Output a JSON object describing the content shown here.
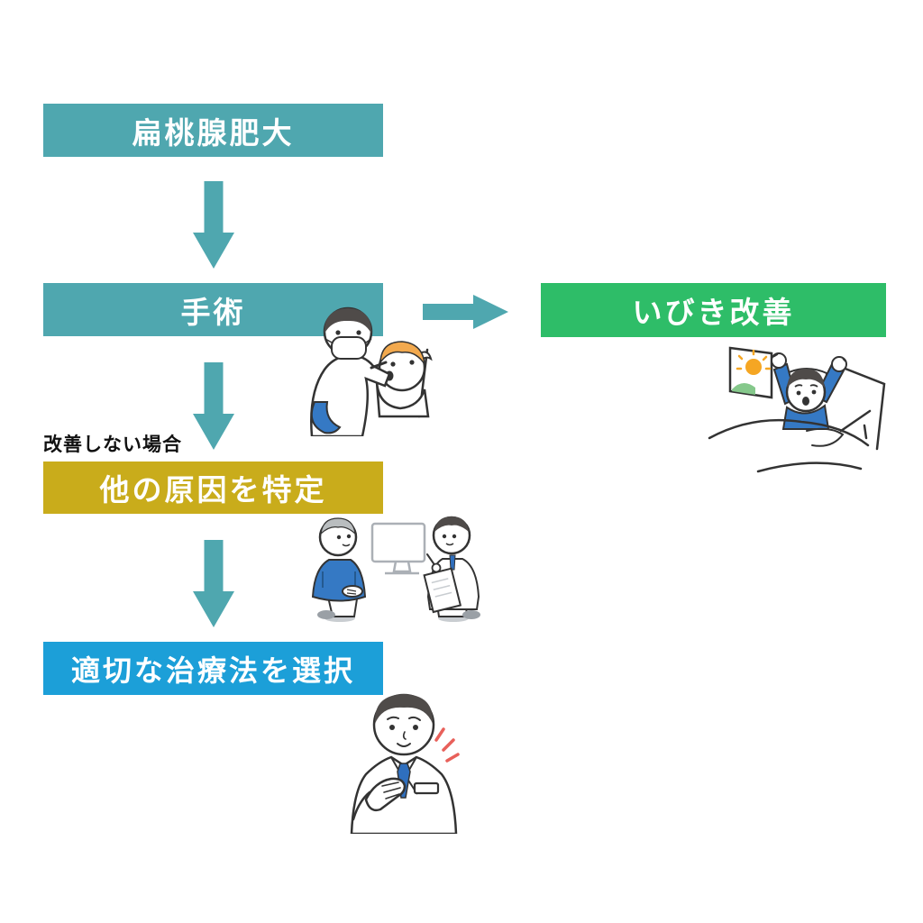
{
  "palette": {
    "teal": "#4FA7AF",
    "green": "#2EBD68",
    "yellow": "#C9AC1B",
    "blue": "#1C9FD8",
    "arrow": "#4FA7AF",
    "box_text": "#FFFFFF",
    "label_text": "#111111",
    "accent_red": "#E8605A",
    "clothing_blue": "#3579C4",
    "child_hair_orange": "#F2A94E"
  },
  "flowchart": {
    "nodes": [
      {
        "label": "扁桃腺肥大",
        "color": "#4FA7AF"
      },
      {
        "label": "手術",
        "color": "#4FA7AF"
      },
      {
        "label": "いびき改善",
        "color": "#2EBD68"
      },
      {
        "label": "他の原因を特定",
        "color": "#C9AC1B"
      },
      {
        "label": "適切な治療法を選択",
        "color": "#1C9FD8"
      }
    ],
    "branch_label": "改善しない場合",
    "arrow_color": "#4FA7AF"
  },
  "illustrations": {
    "surgery_scene": "doctor-examining-child-throat",
    "outcome_scene": "boy-waking-up-refreshed-in-bed",
    "diagnosis_scene": "doctor-patient-consultation",
    "treatment_scene": "doctor-with-hand-on-chest"
  }
}
